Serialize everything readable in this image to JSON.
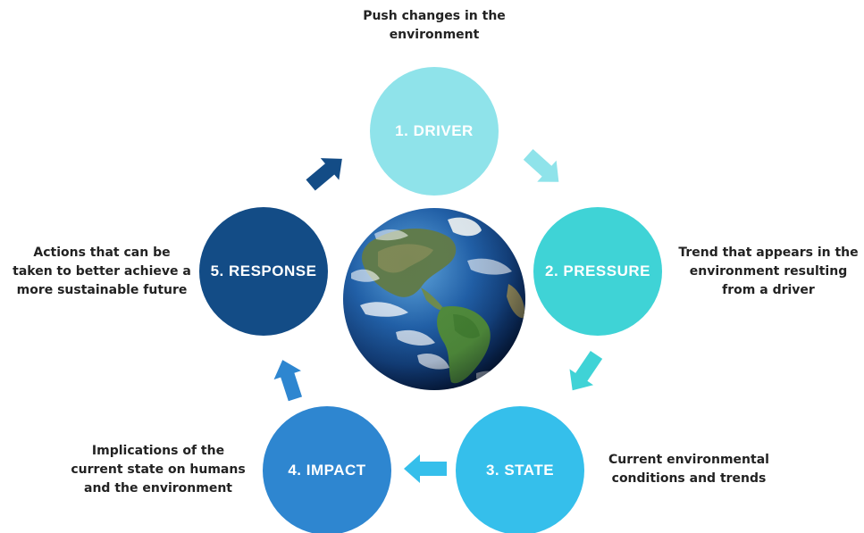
{
  "stages": {
    "driver": {
      "label": "1.  DRIVER",
      "description": "Push changes in the environment",
      "color": "#8fe3ea"
    },
    "pressure": {
      "label": "2. PRESSURE",
      "description": "Trend that appears in the environment resulting from a driver",
      "color": "#3fd3d6"
    },
    "state": {
      "label": "3. STATE",
      "description": "Current environmental conditions and trends",
      "color": "#35bfeb"
    },
    "impact": {
      "label": "4. IMPACT",
      "description": "Implications of the current state on humans and the environment",
      "color": "#2e86d0"
    },
    "response": {
      "label": "5. RESPONSE",
      "description": "Actions that can be taken to better achieve a more sustainable future",
      "color": "#134c86"
    }
  },
  "arrows": {
    "driver_to_pressure": {
      "color": "#8fe3ea",
      "icon": "arrow-icon"
    },
    "pressure_to_state": {
      "color": "#3fd3d6",
      "icon": "arrow-icon"
    },
    "state_to_impact": {
      "color": "#35bfeb",
      "icon": "arrow-icon"
    },
    "impact_to_response": {
      "color": "#2e86d0",
      "icon": "arrow-icon"
    },
    "response_to_driver": {
      "color": "#134c86",
      "icon": "arrow-icon"
    }
  },
  "center_image": {
    "icon": "earth-globe-icon"
  }
}
